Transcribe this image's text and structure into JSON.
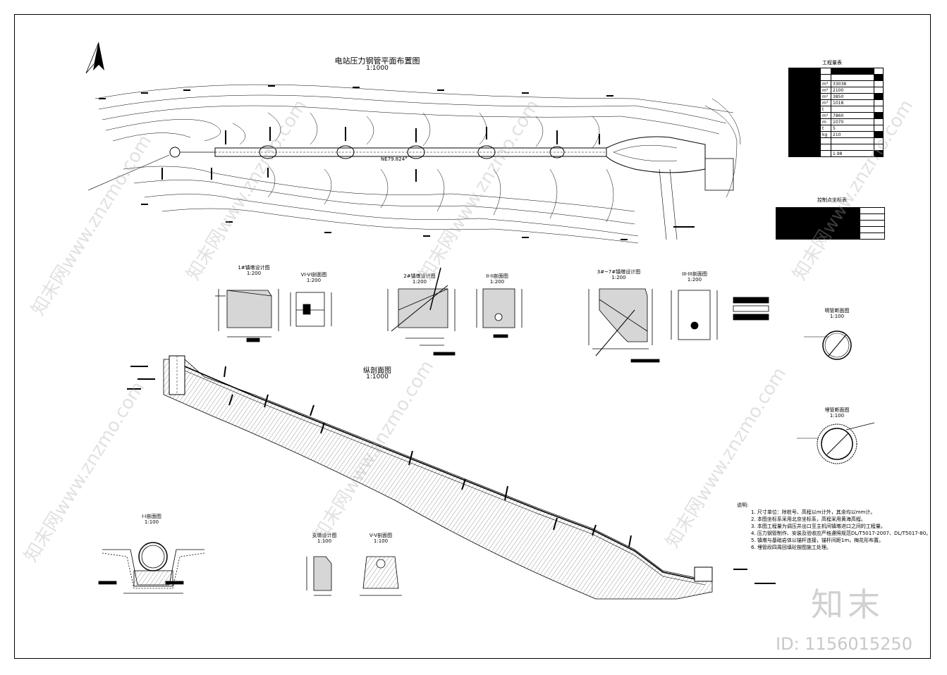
{
  "titles": {
    "plan": "电站压力钢管平面布置图",
    "plan_scale": "1:1000",
    "profile": "纵剖面图",
    "profile_scale": "1:1000",
    "anchor1": "1#镇墩设计图",
    "anchor1_scale": "1:200",
    "sec_vi": "VI-VI剖面图",
    "sec_vi_scale": "1:200",
    "anchor2": "2#镇墩设计图",
    "anchor2_scale": "1:200",
    "sec_ii": "II-II剖面图",
    "sec_ii_scale": "1:200",
    "anchor3": "3#~7#镇墩设计图",
    "anchor3_scale": "1:200",
    "sec_iii": "III-III剖面图",
    "sec_iii_scale": "1:200",
    "open_pipe": "明管断面图",
    "open_pipe_scale": "1:100",
    "buried_pipe": "埋管断面图",
    "buried_pipe_scale": "1:100",
    "sec_i": "I-I剖面图",
    "sec_i_scale": "1:100",
    "support": "支墩设计图",
    "support_scale": "1:100",
    "sec_v": "V-V剖面图",
    "sec_v_scale": "1:100",
    "quantity_table": "工程量表",
    "control_table": "控制点坐标表"
  },
  "plan_label": "NE79.824°",
  "quantity_rows": [
    {
      "unit": "",
      "value": ""
    },
    {
      "unit": "m³",
      "value": "33038"
    },
    {
      "unit": "m³",
      "value": "2100"
    },
    {
      "unit": "m³",
      "value": "3850"
    },
    {
      "unit": "m³",
      "value": "1018"
    },
    {
      "unit": "t",
      "value": ""
    },
    {
      "unit": "m³",
      "value": "7860"
    },
    {
      "unit": "m",
      "value": "1070"
    },
    {
      "unit": "t",
      "value": "5"
    },
    {
      "unit": "kg",
      "value": "210"
    },
    {
      "unit": "",
      "value": ""
    },
    {
      "unit": "",
      "value": ""
    },
    {
      "unit": "",
      "value": "1.98"
    }
  ],
  "notes": {
    "heading": "说明:",
    "items": [
      "1. 尺寸单位：除桩号、高程以m计外，其余均以mm计。",
      "2. 本图坐标系采用北京坐标系，高程采用黄海高程。",
      "3. 本图工程量为调压井出口至主机间镇墩进口之间的工程量。",
      "4. 压力钢管制作、安装及验收应严格遵照规范DL/T5017-2007、DL/T5017-80。",
      "5. 镇墩与基础岩体以锚杆连接，锚杆间距1m，梅花形布置。",
      "6. 埋管段四周回填砼按图施工处理。"
    ]
  },
  "branding": {
    "brand": "知末",
    "id": "ID: 1156015250",
    "watermark": "知末网www.znzmo.com"
  }
}
